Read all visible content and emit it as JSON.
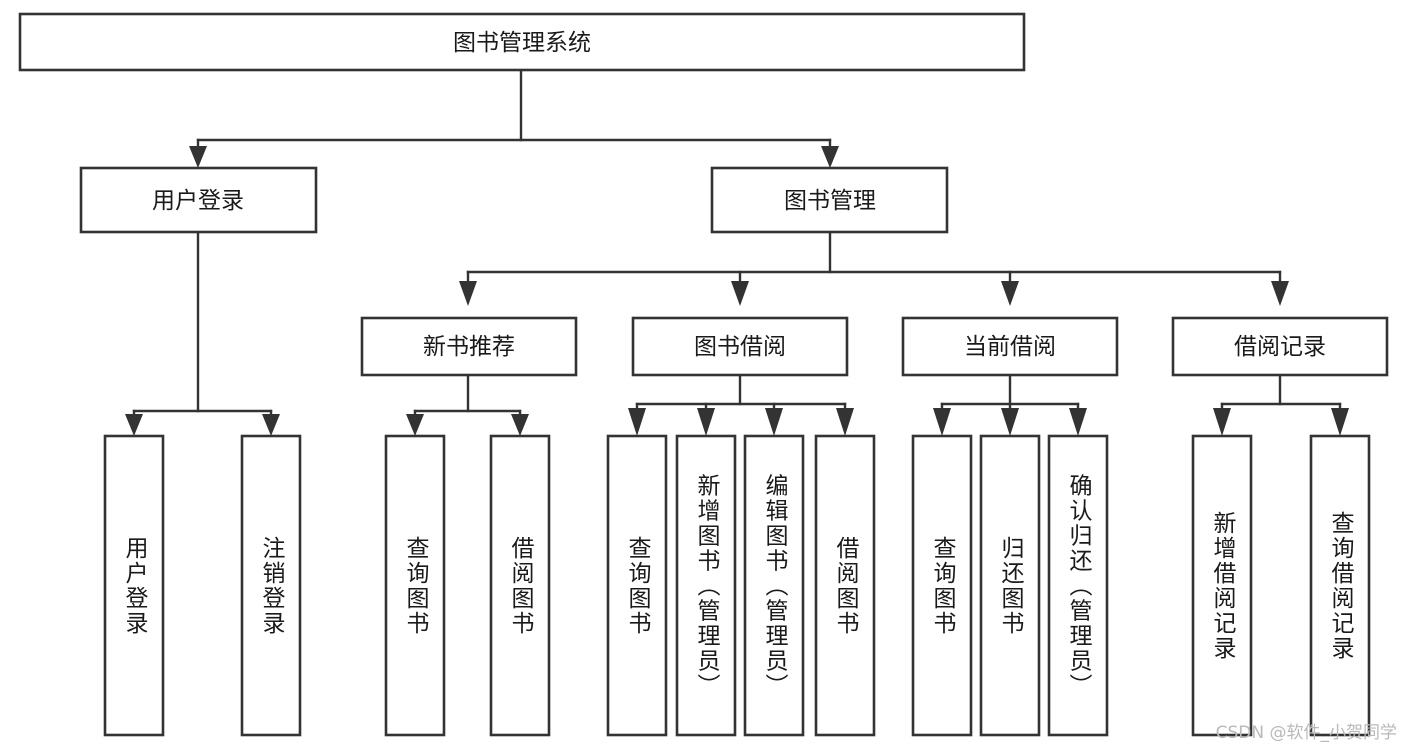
{
  "diagram": {
    "title": "图书管理系统",
    "type": "tree-hierarchy-chart",
    "watermark": "CSDN @软件_小贺同学",
    "colors": {
      "stroke": "#333333",
      "fill": "#ffffff",
      "text": "#1a1a1a",
      "watermark": "#b9b9b9"
    },
    "root": {
      "label": "图书管理系统"
    },
    "level2": [
      {
        "label": "用户登录"
      },
      {
        "label": "图书管理"
      }
    ],
    "level3": [
      {
        "label": "新书推荐"
      },
      {
        "label": "图书借阅"
      },
      {
        "label": "当前借阅"
      },
      {
        "label": "借阅记录"
      }
    ],
    "leaves": {
      "user_login": [
        {
          "label": "用户登录"
        },
        {
          "label": "注销登录"
        }
      ],
      "new_book": [
        {
          "label": "查询图书"
        },
        {
          "label": "借阅图书"
        }
      ],
      "book_borrow": [
        {
          "label": "查询图书"
        },
        {
          "label": "新增图书（管理员）"
        },
        {
          "label": "编辑图书（管理员）"
        },
        {
          "label": "借阅图书"
        }
      ],
      "current_borrow": [
        {
          "label": "查询图书"
        },
        {
          "label": "归还图书"
        },
        {
          "label": "确认归还（管理员）"
        }
      ],
      "borrow_record": [
        {
          "label": "新增借阅记录"
        },
        {
          "label": "查询借阅记录"
        }
      ]
    }
  }
}
